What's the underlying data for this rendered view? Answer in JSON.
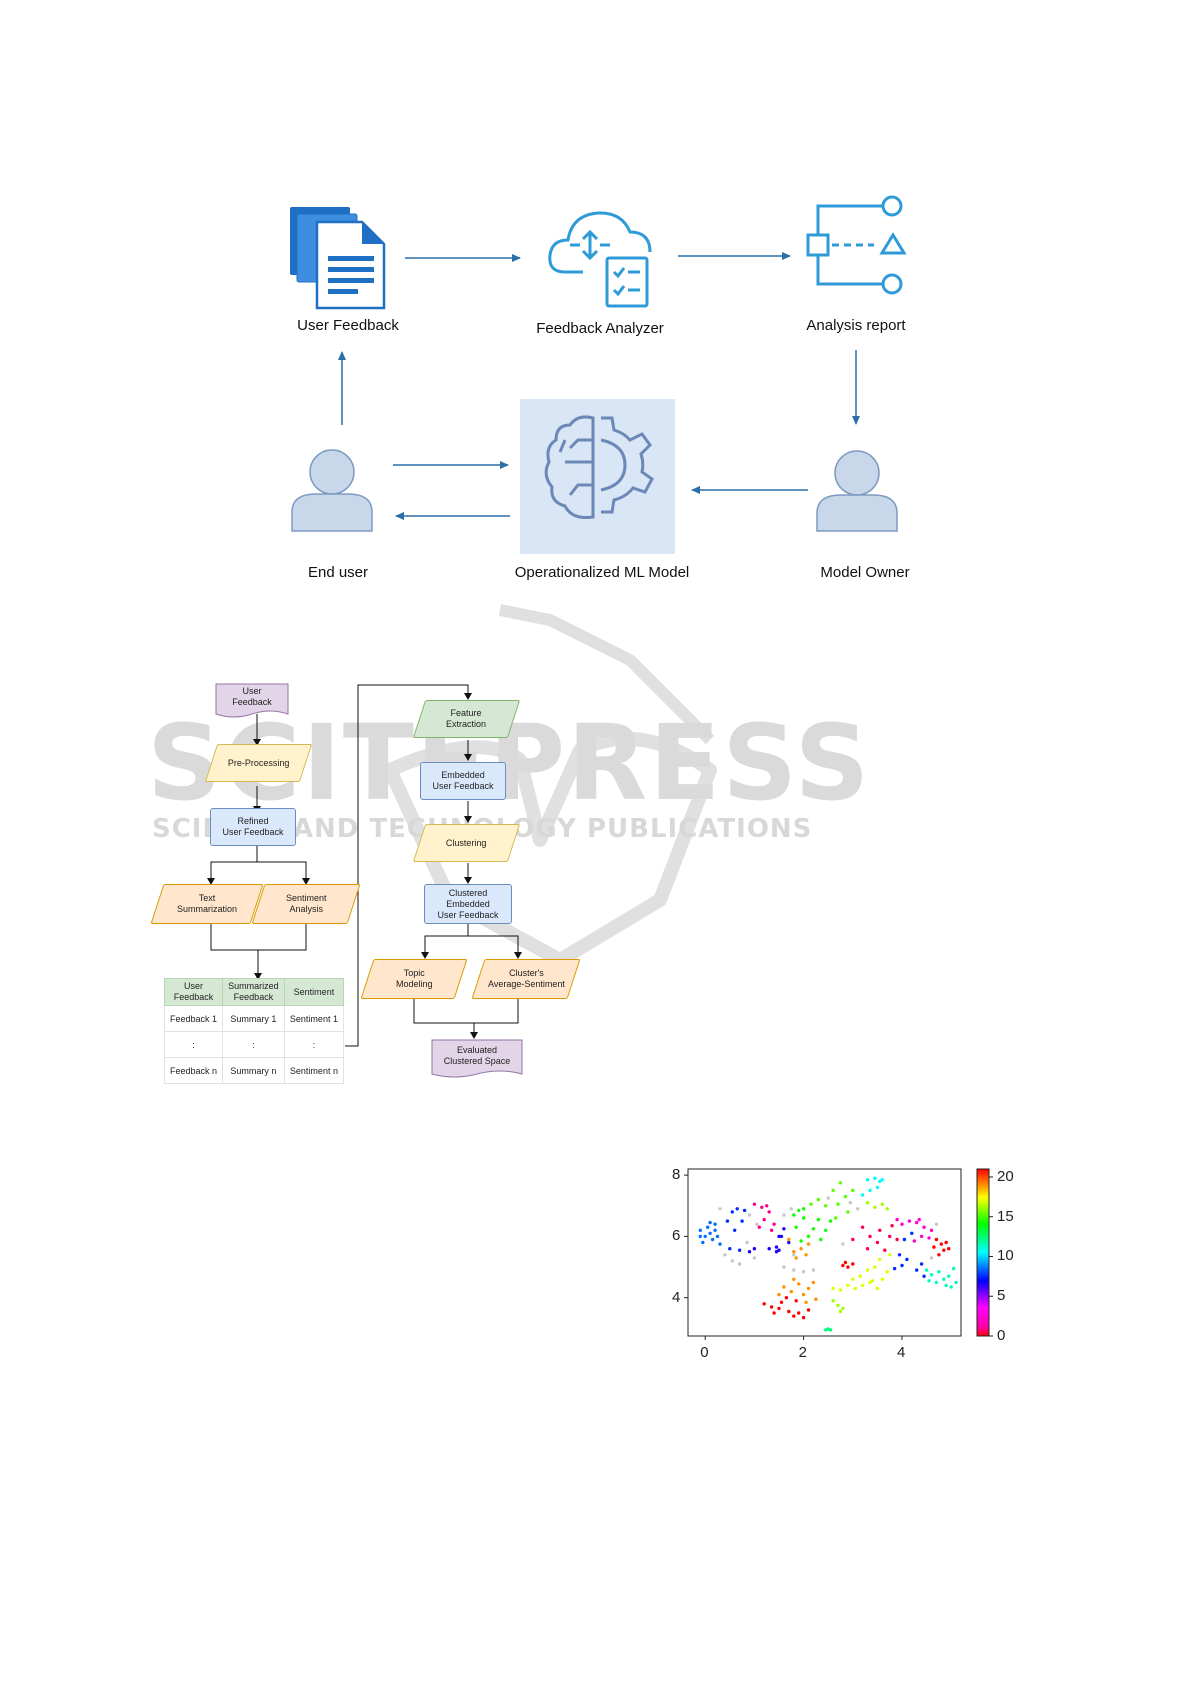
{
  "figure1": {
    "labels": {
      "user_feedback": "User Feedback",
      "feedback_analyzer": "Feedback Analyzer",
      "analysis_report": "Analysis report",
      "end_user": "End user",
      "ml_model": "Operationalized ML Model",
      "model_owner": "Model Owner"
    },
    "colors": {
      "icon_blue": "#1f6fc4",
      "arrow": "#2b6fa8",
      "person_fill": "#c8d7ea",
      "person_stroke": "#7d9bc1",
      "ml_bg": "#d9e6f5",
      "ml_icon": "#6b88b8"
    },
    "icons": [
      "documents-icon",
      "cloud-checklist-icon",
      "flow-shapes-icon",
      "person-icon",
      "brain-gear-icon"
    ]
  },
  "figure2": {
    "nodes": {
      "user_feedback": [
        "User",
        "Feedback"
      ],
      "pre_processing": [
        "Pre-Processing"
      ],
      "refined": [
        "Refined",
        "User Feedback"
      ],
      "text_summarization": [
        "Text",
        "Summarization"
      ],
      "sentiment_analysis": [
        "Sentiment",
        "Analysis"
      ],
      "feature_extraction": [
        "Feature",
        "Extraction"
      ],
      "embedded": [
        "Embedded",
        "User Feedback"
      ],
      "clustering": [
        "Clustering"
      ],
      "clustered": [
        "Clustered",
        "Embedded",
        "User Feedback"
      ],
      "topic_modeling": [
        "Topic",
        "Modeling"
      ],
      "avg_sentiment": [
        "Cluster's",
        "Average-Sentiment"
      ],
      "evaluated": [
        "Evaluated",
        "Clustered Space"
      ]
    },
    "table": {
      "headers": [
        [
          "User",
          "Feedback"
        ],
        [
          "Summarized",
          "Feedback"
        ],
        [
          "Sentiment"
        ]
      ],
      "rows": [
        [
          "Feedback 1",
          "Summary 1",
          "Sentiment 1"
        ],
        [
          ":",
          ":",
          ":"
        ],
        [
          "Feedback n",
          "Summary n",
          "Sentiment n"
        ]
      ]
    }
  },
  "watermark": {
    "main": "SCITEPRESS",
    "sub": "SCIENCE AND TECHNOLOGY PUBLICATIONS"
  },
  "chart_data": {
    "type": "scatter",
    "xlim": [
      -0.35,
      5.2
    ],
    "ylim": [
      2.75,
      8.2
    ],
    "xticks": [
      0,
      2,
      4
    ],
    "yticks": [
      4,
      6,
      8
    ],
    "colorbar": {
      "ticks": [
        0,
        5,
        10,
        15,
        20
      ],
      "range": [
        0,
        21
      ],
      "colormap": "hsv"
    },
    "grid": false,
    "points": [
      {
        "x": -0.1,
        "y": 6.2,
        "c": 9
      },
      {
        "x": 0.0,
        "y": 6.0,
        "c": 9
      },
      {
        "x": 0.05,
        "y": 6.3,
        "c": 9
      },
      {
        "x": 0.1,
        "y": 6.1,
        "c": 9
      },
      {
        "x": 0.15,
        "y": 5.9,
        "c": 9
      },
      {
        "x": 0.2,
        "y": 6.2,
        "c": 9
      },
      {
        "x": -0.05,
        "y": 5.8,
        "c": 9
      },
      {
        "x": 0.25,
        "y": 6.0,
        "c": 9
      },
      {
        "x": 0.1,
        "y": 6.45,
        "c": 9
      },
      {
        "x": 0.3,
        "y": 5.75,
        "c": 9
      },
      {
        "x": -0.1,
        "y": 6.0,
        "c": 9
      },
      {
        "x": 0.2,
        "y": 6.4,
        "c": 9
      },
      {
        "x": 0.45,
        "y": 6.5,
        "c": 8
      },
      {
        "x": 0.55,
        "y": 6.8,
        "c": 8
      },
      {
        "x": 0.65,
        "y": 6.9,
        "c": 8
      },
      {
        "x": 0.5,
        "y": 5.6,
        "c": 8
      },
      {
        "x": 0.7,
        "y": 5.55,
        "c": 8
      },
      {
        "x": 0.6,
        "y": 6.2,
        "c": 8
      },
      {
        "x": 0.8,
        "y": 6.85,
        "c": 8
      },
      {
        "x": 0.75,
        "y": 6.5,
        "c": 8
      },
      {
        "x": 0.3,
        "y": 6.9,
        "c": -1
      },
      {
        "x": 0.55,
        "y": 5.2,
        "c": -1
      },
      {
        "x": 0.7,
        "y": 5.1,
        "c": -1
      },
      {
        "x": 0.4,
        "y": 5.4,
        "c": -1
      },
      {
        "x": 0.9,
        "y": 6.7,
        "c": -1
      },
      {
        "x": 1.05,
        "y": 6.4,
        "c": -1
      },
      {
        "x": 1.0,
        "y": 5.3,
        "c": -1
      },
      {
        "x": 0.85,
        "y": 5.8,
        "c": -1
      },
      {
        "x": 1.0,
        "y": 7.05,
        "c": 2
      },
      {
        "x": 1.15,
        "y": 6.95,
        "c": 2
      },
      {
        "x": 1.25,
        "y": 7.0,
        "c": 2
      },
      {
        "x": 1.2,
        "y": 6.55,
        "c": 2
      },
      {
        "x": 1.1,
        "y": 6.3,
        "c": 2
      },
      {
        "x": 1.35,
        "y": 6.2,
        "c": 2
      },
      {
        "x": 1.4,
        "y": 6.4,
        "c": 2
      },
      {
        "x": 1.3,
        "y": 6.8,
        "c": 2
      },
      {
        "x": 1.3,
        "y": 5.6,
        "c": 7
      },
      {
        "x": 1.45,
        "y": 5.5,
        "c": 7
      },
      {
        "x": 1.5,
        "y": 5.55,
        "c": 7
      },
      {
        "x": 1.55,
        "y": 6.0,
        "c": 7
      },
      {
        "x": 1.6,
        "y": 6.25,
        "c": 7
      },
      {
        "x": 1.7,
        "y": 5.8,
        "c": 7
      },
      {
        "x": 1.5,
        "y": 6.0,
        "c": 7
      },
      {
        "x": 1.45,
        "y": 5.65,
        "c": 7
      },
      {
        "x": 1.6,
        "y": 6.7,
        "c": -1
      },
      {
        "x": 1.75,
        "y": 6.9,
        "c": -1
      },
      {
        "x": 1.8,
        "y": 5.4,
        "c": -1
      },
      {
        "x": 1.6,
        "y": 5.0,
        "c": -1
      },
      {
        "x": 1.9,
        "y": 6.85,
        "c": 15
      },
      {
        "x": 1.8,
        "y": 6.7,
        "c": 15
      },
      {
        "x": 2.0,
        "y": 6.6,
        "c": 15
      },
      {
        "x": 1.85,
        "y": 6.3,
        "c": 15
      },
      {
        "x": 2.1,
        "y": 6.0,
        "c": 15
      },
      {
        "x": 1.95,
        "y": 5.85,
        "c": 15
      },
      {
        "x": 2.2,
        "y": 6.25,
        "c": 15
      },
      {
        "x": 2.35,
        "y": 5.9,
        "c": 15
      },
      {
        "x": 2.3,
        "y": 6.55,
        "c": 15
      },
      {
        "x": 2.45,
        "y": 6.2,
        "c": 15
      },
      {
        "x": 2.55,
        "y": 6.5,
        "c": 15
      },
      {
        "x": 2.0,
        "y": 6.9,
        "c": 15
      },
      {
        "x": 1.7,
        "y": 5.9,
        "c": 20
      },
      {
        "x": 1.8,
        "y": 5.5,
        "c": 20
      },
      {
        "x": 1.95,
        "y": 5.6,
        "c": 20
      },
      {
        "x": 2.05,
        "y": 5.4,
        "c": 20
      },
      {
        "x": 2.1,
        "y": 5.75,
        "c": 20
      },
      {
        "x": 1.85,
        "y": 5.3,
        "c": 20
      },
      {
        "x": 2.15,
        "y": 7.05,
        "c": 16
      },
      {
        "x": 2.3,
        "y": 7.2,
        "c": 16
      },
      {
        "x": 2.45,
        "y": 7.0,
        "c": 16
      },
      {
        "x": 2.6,
        "y": 7.5,
        "c": 16
      },
      {
        "x": 2.75,
        "y": 7.75,
        "c": 16
      },
      {
        "x": 2.85,
        "y": 7.3,
        "c": 16
      },
      {
        "x": 2.7,
        "y": 7.05,
        "c": 16
      },
      {
        "x": 2.9,
        "y": 6.8,
        "c": 16
      },
      {
        "x": 2.65,
        "y": 6.6,
        "c": 16
      },
      {
        "x": 3.0,
        "y": 7.5,
        "c": 16
      },
      {
        "x": 2.5,
        "y": 7.25,
        "c": -1
      },
      {
        "x": 2.95,
        "y": 7.1,
        "c": -1
      },
      {
        "x": 3.1,
        "y": 6.9,
        "c": -1
      },
      {
        "x": 2.8,
        "y": 5.75,
        "c": -1
      },
      {
        "x": 3.3,
        "y": 7.85,
        "c": 11
      },
      {
        "x": 3.45,
        "y": 7.9,
        "c": 11
      },
      {
        "x": 3.55,
        "y": 7.8,
        "c": 11
      },
      {
        "x": 3.6,
        "y": 7.85,
        "c": 11
      },
      {
        "x": 3.35,
        "y": 7.5,
        "c": 11
      },
      {
        "x": 3.2,
        "y": 7.35,
        "c": 11
      },
      {
        "x": 3.5,
        "y": 7.6,
        "c": 11
      },
      {
        "x": 3.3,
        "y": 7.1,
        "c": 17
      },
      {
        "x": 3.45,
        "y": 6.95,
        "c": 17
      },
      {
        "x": 3.6,
        "y": 7.05,
        "c": 17
      },
      {
        "x": 3.7,
        "y": 6.9,
        "c": 17
      },
      {
        "x": 3.2,
        "y": 6.3,
        "c": 1
      },
      {
        "x": 3.35,
        "y": 6.0,
        "c": 1
      },
      {
        "x": 3.5,
        "y": 5.8,
        "c": 1
      },
      {
        "x": 3.65,
        "y": 5.55,
        "c": 1
      },
      {
        "x": 3.55,
        "y": 6.2,
        "c": 1
      },
      {
        "x": 3.75,
        "y": 6.0,
        "c": 1
      },
      {
        "x": 3.8,
        "y": 6.35,
        "c": 1
      },
      {
        "x": 3.9,
        "y": 5.9,
        "c": 1
      },
      {
        "x": 3.0,
        "y": 5.9,
        "c": 1
      },
      {
        "x": 3.3,
        "y": 5.6,
        "c": 1
      },
      {
        "x": 2.8,
        "y": 5.05,
        "c": 0
      },
      {
        "x": 2.9,
        "y": 5.0,
        "c": 0
      },
      {
        "x": 3.0,
        "y": 5.1,
        "c": 0
      },
      {
        "x": 2.85,
        "y": 5.15,
        "c": 0
      },
      {
        "x": 2.6,
        "y": 4.3,
        "c": 18
      },
      {
        "x": 2.75,
        "y": 4.25,
        "c": 18
      },
      {
        "x": 2.9,
        "y": 4.4,
        "c": 18
      },
      {
        "x": 3.05,
        "y": 4.3,
        "c": 18
      },
      {
        "x": 3.2,
        "y": 4.4,
        "c": 18
      },
      {
        "x": 3.35,
        "y": 4.5,
        "c": 18
      },
      {
        "x": 3.5,
        "y": 4.3,
        "c": 18
      },
      {
        "x": 3.15,
        "y": 4.7,
        "c": 18
      },
      {
        "x": 3.3,
        "y": 4.9,
        "c": 18
      },
      {
        "x": 3.45,
        "y": 5.0,
        "c": 18
      },
      {
        "x": 3.6,
        "y": 4.6,
        "c": 18
      },
      {
        "x": 3.7,
        "y": 4.85,
        "c": 18
      },
      {
        "x": 3.55,
        "y": 5.25,
        "c": 18
      },
      {
        "x": 3.75,
        "y": 5.4,
        "c": 18
      },
      {
        "x": 3.4,
        "y": 4.55,
        "c": 18
      },
      {
        "x": 3.0,
        "y": 4.6,
        "c": 18
      },
      {
        "x": 3.85,
        "y": 4.95,
        "c": 8
      },
      {
        "x": 4.0,
        "y": 5.05,
        "c": 8
      },
      {
        "x": 4.1,
        "y": 5.25,
        "c": 8
      },
      {
        "x": 3.95,
        "y": 5.4,
        "c": 8
      },
      {
        "x": 4.05,
        "y": 5.9,
        "c": 8
      },
      {
        "x": 4.2,
        "y": 6.1,
        "c": 8
      },
      {
        "x": 4.0,
        "y": 6.4,
        "c": 3
      },
      {
        "x": 4.15,
        "y": 6.5,
        "c": 3
      },
      {
        "x": 4.3,
        "y": 6.45,
        "c": 3
      },
      {
        "x": 4.45,
        "y": 6.3,
        "c": 3
      },
      {
        "x": 4.4,
        "y": 6.0,
        "c": 3
      },
      {
        "x": 4.25,
        "y": 5.85,
        "c": 3
      },
      {
        "x": 4.55,
        "y": 5.95,
        "c": 3
      },
      {
        "x": 4.6,
        "y": 6.2,
        "c": 3
      },
      {
        "x": 3.9,
        "y": 6.55,
        "c": 3
      },
      {
        "x": 4.35,
        "y": 6.55,
        "c": 3
      },
      {
        "x": 4.7,
        "y": 5.9,
        "c": 0
      },
      {
        "x": 4.8,
        "y": 5.75,
        "c": 0
      },
      {
        "x": 4.9,
        "y": 5.8,
        "c": 0
      },
      {
        "x": 4.85,
        "y": 5.55,
        "c": 0
      },
      {
        "x": 4.75,
        "y": 5.4,
        "c": 0
      },
      {
        "x": 4.95,
        "y": 5.6,
        "c": 0
      },
      {
        "x": 4.65,
        "y": 5.65,
        "c": 0
      },
      {
        "x": 4.5,
        "y": 4.9,
        "c": 12
      },
      {
        "x": 4.6,
        "y": 4.75,
        "c": 12
      },
      {
        "x": 4.75,
        "y": 4.85,
        "c": 12
      },
      {
        "x": 4.85,
        "y": 4.6,
        "c": 12
      },
      {
        "x": 4.9,
        "y": 4.4,
        "c": 12
      },
      {
        "x": 5.0,
        "y": 4.35,
        "c": 12
      },
      {
        "x": 5.05,
        "y": 4.95,
        "c": 12
      },
      {
        "x": 4.7,
        "y": 4.5,
        "c": 12
      },
      {
        "x": 4.95,
        "y": 4.7,
        "c": 12
      },
      {
        "x": 5.1,
        "y": 4.5,
        "c": 12
      },
      {
        "x": 4.55,
        "y": 4.55,
        "c": 12
      },
      {
        "x": 4.4,
        "y": 5.1,
        "c": 8
      },
      {
        "x": 4.45,
        "y": 4.7,
        "c": 8
      },
      {
        "x": 4.3,
        "y": 4.9,
        "c": 8
      },
      {
        "x": 4.6,
        "y": 5.3,
        "c": -1
      },
      {
        "x": 4.7,
        "y": 6.4,
        "c": -1
      },
      {
        "x": 1.2,
        "y": 3.8,
        "c": 0
      },
      {
        "x": 1.35,
        "y": 3.7,
        "c": 0
      },
      {
        "x": 1.5,
        "y": 3.65,
        "c": 0
      },
      {
        "x": 1.55,
        "y": 3.85,
        "c": 0
      },
      {
        "x": 1.7,
        "y": 3.55,
        "c": 0
      },
      {
        "x": 1.8,
        "y": 3.4,
        "c": 0
      },
      {
        "x": 1.9,
        "y": 3.5,
        "c": 0
      },
      {
        "x": 2.0,
        "y": 3.35,
        "c": 0
      },
      {
        "x": 2.1,
        "y": 3.6,
        "c": 0
      },
      {
        "x": 1.65,
        "y": 4.0,
        "c": 0
      },
      {
        "x": 1.85,
        "y": 3.9,
        "c": 0
      },
      {
        "x": 1.4,
        "y": 3.5,
        "c": 0
      },
      {
        "x": 1.6,
        "y": 4.35,
        "c": 20
      },
      {
        "x": 1.75,
        "y": 4.2,
        "c": 20
      },
      {
        "x": 1.9,
        "y": 4.45,
        "c": 20
      },
      {
        "x": 2.0,
        "y": 4.1,
        "c": 20
      },
      {
        "x": 2.1,
        "y": 4.3,
        "c": 20
      },
      {
        "x": 2.2,
        "y": 4.5,
        "c": 20
      },
      {
        "x": 1.8,
        "y": 4.6,
        "c": 20
      },
      {
        "x": 2.25,
        "y": 3.95,
        "c": 20
      },
      {
        "x": 2.05,
        "y": 3.85,
        "c": 20
      },
      {
        "x": 1.5,
        "y": 4.1,
        "c": 20
      },
      {
        "x": 1.8,
        "y": 4.9,
        "c": -1
      },
      {
        "x": 2.0,
        "y": 4.85,
        "c": -1
      },
      {
        "x": 2.2,
        "y": 4.9,
        "c": -1
      },
      {
        "x": 2.6,
        "y": 3.9,
        "c": 17
      },
      {
        "x": 2.7,
        "y": 3.75,
        "c": 17
      },
      {
        "x": 2.75,
        "y": 3.55,
        "c": 17
      },
      {
        "x": 2.8,
        "y": 3.65,
        "c": 17
      },
      {
        "x": 2.45,
        "y": 2.95,
        "c": 13
      },
      {
        "x": 2.5,
        "y": 2.98,
        "c": 13
      },
      {
        "x": 2.55,
        "y": 2.95,
        "c": 13
      },
      {
        "x": 0.9,
        "y": 5.5,
        "c": 7
      },
      {
        "x": 1.0,
        "y": 5.6,
        "c": 7
      }
    ]
  }
}
